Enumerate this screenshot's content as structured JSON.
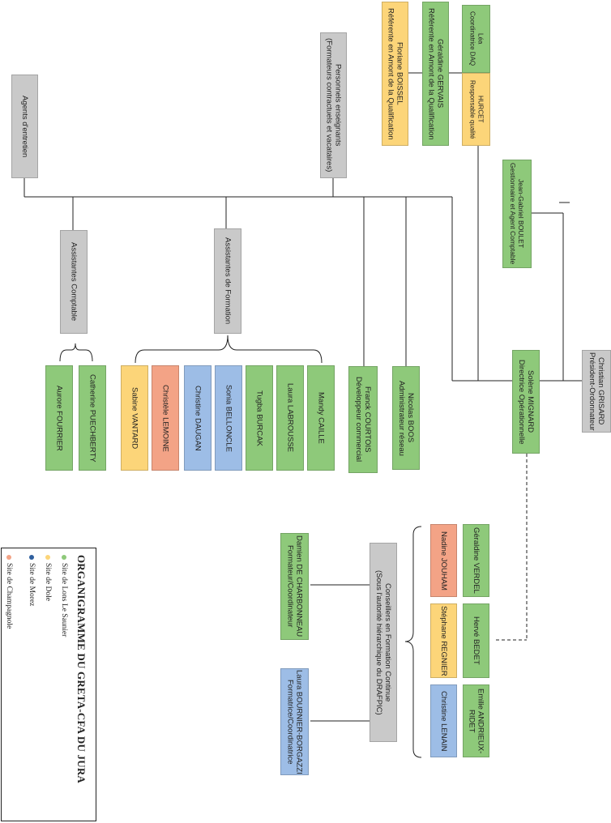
{
  "legend": {
    "title": "ORGANIGRAMME DU GRETA-CFA DU JURA",
    "items": [
      {
        "label": "Site de Lons Le Saunier",
        "color": "#8ec97a"
      },
      {
        "label": "Site de Dole",
        "color": "#fcd579"
      },
      {
        "label": "Site de Morez",
        "color": "#2f5f9e"
      },
      {
        "label": "Site de Champagnole",
        "color": "#f3a386"
      }
    ]
  },
  "nodes": {
    "president": "Christian GRISARD\nPrésident-Ordonnateur",
    "directrice": "Solène MIGNARD\nDirectrice Opérationnelle",
    "gestionnaire": "Jean-Gabriel BOULET\nGestionnaire et Agent Comptable",
    "coordinatrice_daq": "Léa\nCoordinatrice DAQ",
    "responsable_qualite": "HURCET\nResponsable qualité",
    "referente_gervais": "Géraldine GERVAIS\nRéférente en Amont de la Qualification",
    "referente_boissel": "Floriane BOISSEL\nRéférente en Amont de la Qualification",
    "personnels": "Personnels enseignants\n(Formateurs contractuels et vacataires)",
    "agents": "Agents d'entretien",
    "assistantes_comptable": "Assistantes Comptable",
    "assistantes_formation": "Assistantes de Formation",
    "aurore": "Aurore FOURRIER",
    "catherine": "Catherine PUECHBERTY",
    "sabine": "Sabine VANTARD",
    "christele": "Christèle LEMOINE",
    "christine_daugan": "Christine DAUGAN",
    "sonia": "Sonia BELLONCLE",
    "tugba": "Tugba BURCAK",
    "laura_l": "Laura LABROUSSE",
    "mandy": "Mandy CAILLE",
    "franck": "Franck COURTOIS\nDéveloppeur commercial",
    "nicolas": "Nicolas BOOS\nAdministrateur réseau",
    "conseillers": "Conseillers en Formation Continue\n(Sous l'autorité hiérarchique du DRAFPIC)",
    "damien": "Damien DE CHARBONNEAU\nFormateur/Coordinateur",
    "laura_b": "Laura BOURNIER-BORGAZZI\nFormatrice/Coordinatrice",
    "geraldine_verdel": "Géraldine VERDEL",
    "nadine": "Nadine JOUHAM",
    "herve": "Hervé BEDET",
    "stephane": "Stéphane REGNIER",
    "emilie": "Emilie ANDRIEUX-\nRIDET",
    "christine_lenain": "Christine LENAIN"
  }
}
